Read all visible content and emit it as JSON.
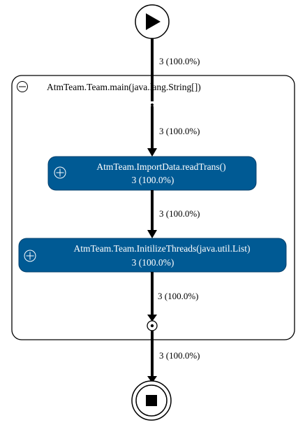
{
  "group": {
    "title": "AtmTeam.Team.main(java.lang.String[])",
    "toggle_icon": "collapse-minus-icon"
  },
  "nodes": [
    {
      "id": "readTrans",
      "title": "AtmTeam.ImportData.readTrans()",
      "count": "3 (100.0%)",
      "toggle_icon": "expand-plus-icon"
    },
    {
      "id": "initThreads",
      "title": "AtmTeam.Team.InitilizeThreads(java.util.List)",
      "count": "3 (100.0%)",
      "toggle_icon": "expand-plus-icon"
    }
  ],
  "edges": [
    {
      "from": "start",
      "to": "group-entry",
      "label": "3 (100.0%)"
    },
    {
      "from": "group-entry",
      "to": "readTrans",
      "label": "3 (100.0%)"
    },
    {
      "from": "readTrans",
      "to": "initThreads",
      "label": "3 (100.0%)"
    },
    {
      "from": "initThreads",
      "to": "group-exit",
      "label": "3 (100.0%)"
    },
    {
      "from": "group-exit",
      "to": "end",
      "label": "3 (100.0%)"
    }
  ],
  "icons": {
    "start": "play-icon",
    "end": "stop-icon"
  },
  "colors": {
    "node_fill": "#005a94",
    "node_stroke": "#003f6b",
    "node_text": "#ffffff",
    "edge": "#000000"
  }
}
